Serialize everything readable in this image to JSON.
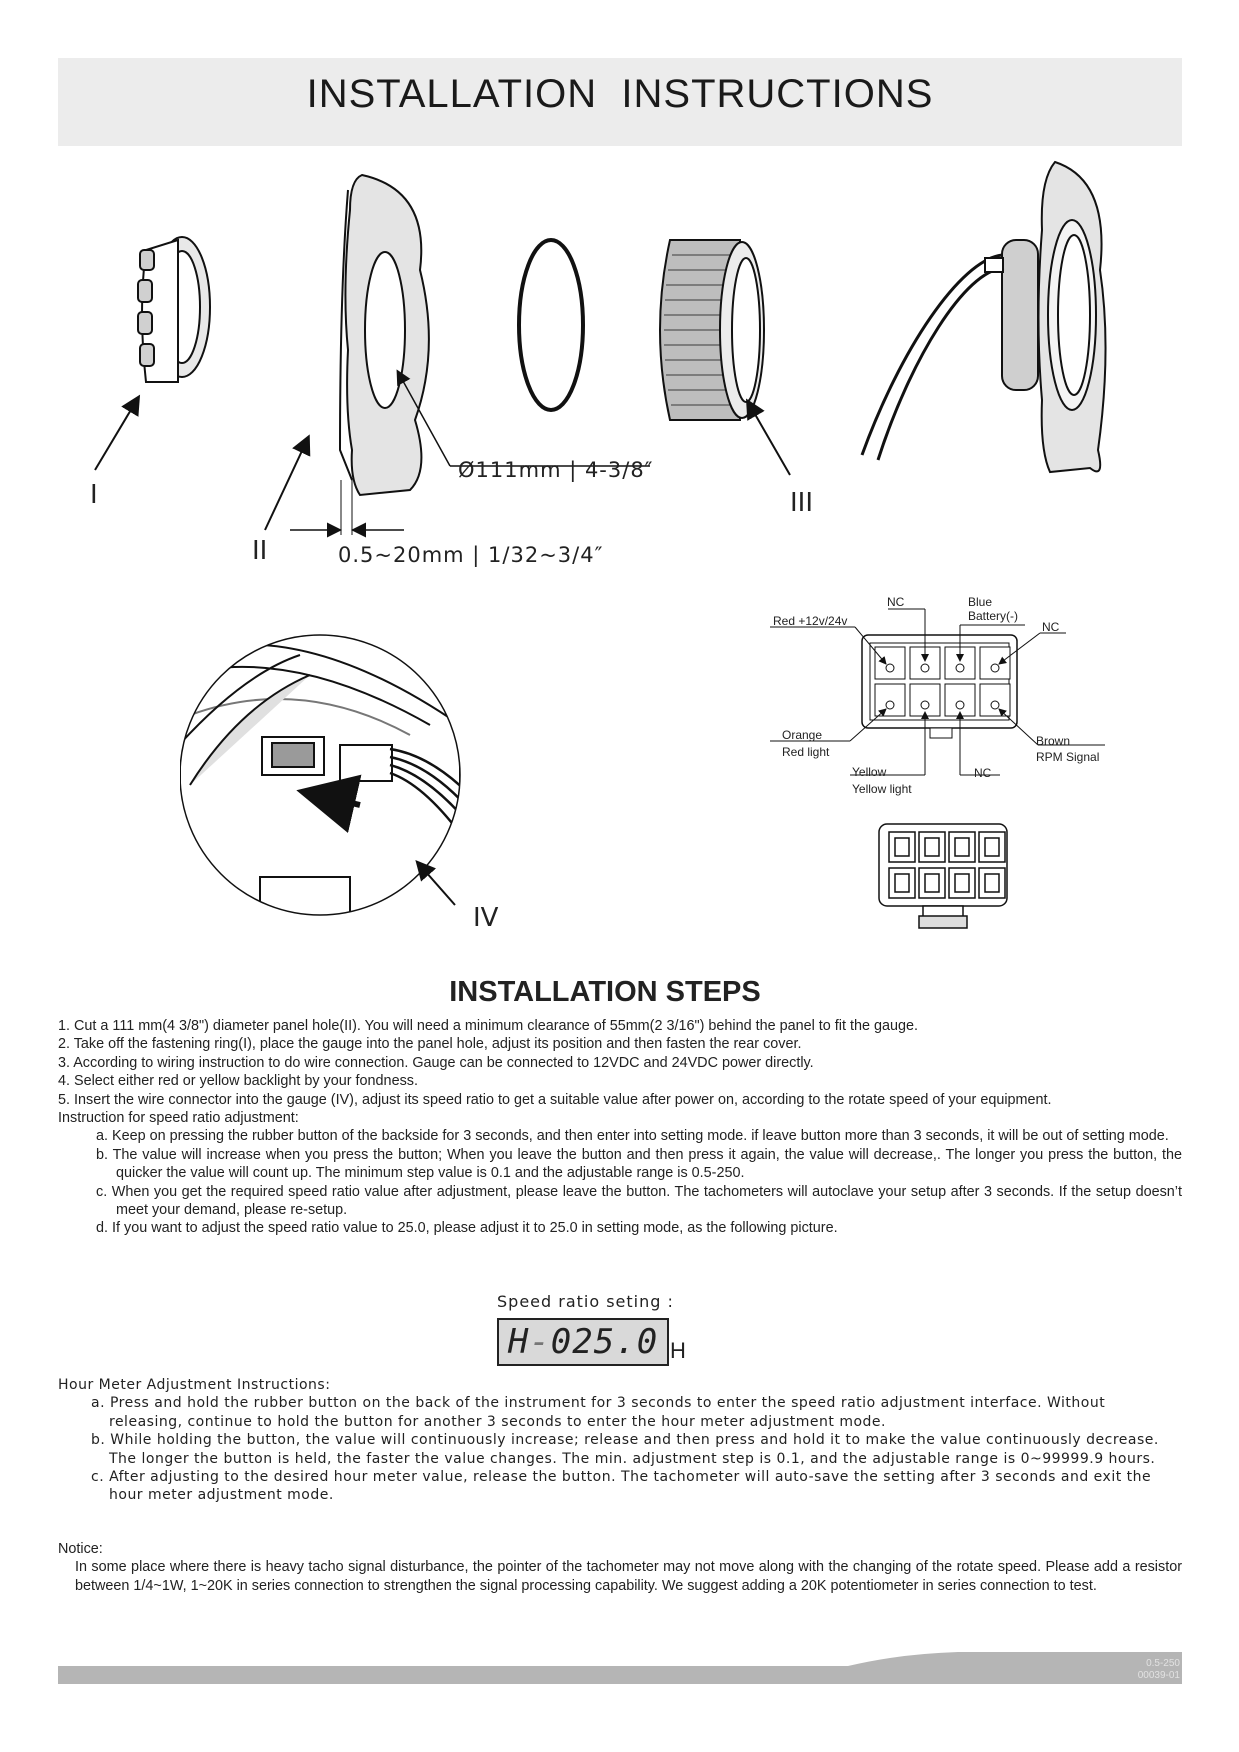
{
  "header": {
    "title": "INSTALLATION  INSTRUCTIONS"
  },
  "diagram": {
    "part_labels": [
      "I",
      "II",
      "III",
      "IV"
    ],
    "hole_dimension": "Ø111mm | 4-3/8″",
    "thickness_dimension": "0.5~20mm | 1/32~3/4″"
  },
  "wiring": {
    "labels": {
      "nc_top": "NC",
      "blue": "Blue",
      "battery": "Battery(-)",
      "red": "Red +12v/24v",
      "nc_right": "NC",
      "orange": "Orange",
      "red_light": "Red light",
      "brown": "Brown",
      "rpm_signal": "RPM Signal",
      "yellow": "Yellow",
      "yellow_light": "Yellow light",
      "nc_bottom": "NC"
    }
  },
  "steps": {
    "title": "INSTALLATION STEPS",
    "items": [
      "1. Cut a 111 mm(4 3/8\") diameter panel hole(II). You will need a minimum clearance of 55mm(2 3/16\") behind the panel to fit the  gauge.",
      "2. Take off the fastening ring(I), place the gauge into the panel hole, adjust its position and then fasten the rear cover.",
      "3. According to wiring instruction to do wire connection. Gauge can be connected to 12VDC and 24VDC power directly.",
      "4. Select either red or yellow backlight by your fondness.",
      "5. Insert the wire connector into the gauge (IV), adjust its speed ratio to get a suitable value after power on, according to the rotate speed of your equipment."
    ],
    "ratio_heading": "Instruction for speed ratio adjustment:",
    "ratio_items": [
      "a. Keep on pressing the rubber button of the backside for 3 seconds, and then enter into setting mode. if leave button more than 3 seconds, it will be out of setting mode.",
      "b. The value will increase when you press the button; When you leave the button and then press it again, the value will decrease,. The longer you press the button, the quicker the value will count up. The minimum step value is 0.1 and the adjustable range is 0.5-250.",
      "c. When you get the required speed ratio value after adjustment, please leave the button. The tachometers will autoclave your setup after 3 seconds. If the setup doesn’t meet your demand, please re-setup.",
      "d. If you want to adjust the speed ratio value to 25.0, please adjust it to 25.0 in setting mode, as the following picture."
    ]
  },
  "display": {
    "caption": "Speed ratio seting :",
    "digits": [
      "H",
      "-",
      "0",
      "2",
      "5.",
      "0"
    ],
    "unit": "H"
  },
  "hour_meter": {
    "heading": "Hour Meter Adjustment Instructions:",
    "items": [
      "a. Press and hold the rubber button on the back of the instrument for 3 seconds to enter the speed ratio adjustment interface. Without releasing, continue to hold the button for another 3 seconds to enter the hour meter adjustment mode.",
      "b. While holding the button, the value will continuously increase; release and then press and hold it to make the value continuously decrease. The longer the button is held, the faster the value changes. The min. adjustment step is 0.1, and the adjustable range is 0~99999.9 hours.",
      "c. After adjusting to the desired hour meter value, release the button. The tachometer will auto-save the setting after 3 seconds and exit the hour meter adjustment mode."
    ]
  },
  "notice": {
    "heading": "Notice:",
    "body": "In some place where there is heavy tacho signal disturbance, the pointer of the tachometer may not move along with the changing of the rotate speed. Please add a resistor between 1/4~1W, 1~20K in series connection to strengthen the signal processing capability. We suggest adding a 20K potentiometer in series connection to test."
  },
  "footer": {
    "code_line1": "0.5-250",
    "code_line2": "00039-01"
  }
}
